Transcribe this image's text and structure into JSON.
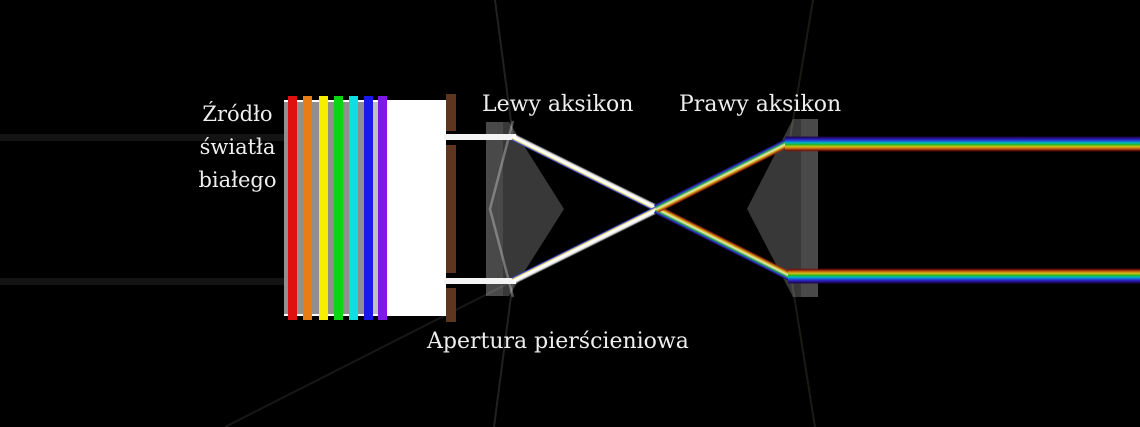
{
  "labels": {
    "source_line1": "Źródło",
    "source_line2": "światła",
    "source_line3": "białego",
    "left_axicon": "Lewy aksikon",
    "right_axicon": "Prawy aksikon",
    "aperture": "Apertura pierścieniowa"
  },
  "source": {
    "body_hex": "#ffffff",
    "backing_hex": "#8f8f8f",
    "light_gap_hex": "#c0c0c0",
    "stripes": [
      {
        "name": "red",
        "hex": "#e11010"
      },
      {
        "name": "orange",
        "hex": "#e87d15"
      },
      {
        "name": "yellow",
        "hex": "#f8ef00"
      },
      {
        "name": "green",
        "hex": "#0ed60e"
      },
      {
        "name": "cyan",
        "hex": "#10dde0"
      },
      {
        "name": "blue",
        "hex": "#1a1ae8"
      },
      {
        "name": "violet",
        "hex": "#7e17e8"
      }
    ]
  },
  "aperture_bar": {
    "hex": "#5e3620"
  },
  "rays": {
    "white_hex": "#f4f4f4",
    "spectrum_order_top_band": [
      "violet",
      "blue",
      "cyan",
      "green",
      "yellow",
      "orange",
      "red"
    ],
    "spectrum_order_bottom_band": [
      "red",
      "orange",
      "yellow",
      "green",
      "cyan",
      "blue",
      "violet"
    ]
  },
  "colors": {
    "background": "#000000",
    "text": "#eeeeee",
    "axicon_fill": "rgba(255,255,255,0.22)"
  }
}
